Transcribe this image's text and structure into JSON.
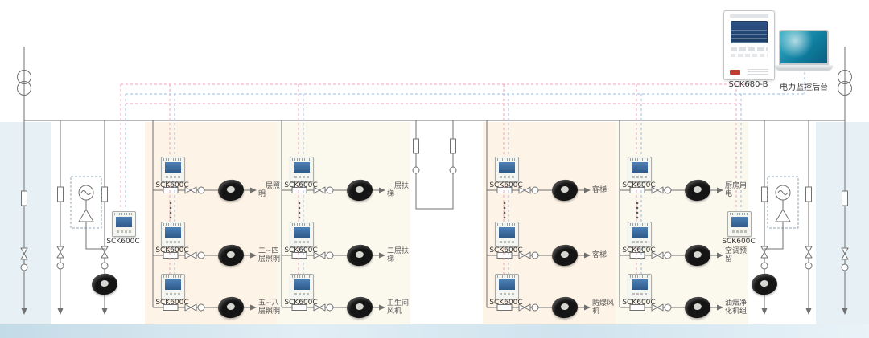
{
  "monitoring": {
    "gateway_label": "SCK680-B",
    "backend_label": "电力监控后台"
  },
  "meter_label": "SCK600C",
  "groups": [
    {
      "feeders": [
        {
          "label": "一层照明"
        },
        {
          "label": "二~四层照明"
        },
        {
          "label": "五~八层照明"
        }
      ]
    },
    {
      "feeders": [
        {
          "label": "一层扶梯"
        },
        {
          "label": "二层扶梯"
        },
        {
          "label": "卫生间风机"
        }
      ]
    },
    {
      "feeders": [
        {
          "label": "客梯"
        },
        {
          "label": "客梯"
        },
        {
          "label": "防爆风机"
        }
      ]
    },
    {
      "feeders": [
        {
          "label": "厨房用电"
        },
        {
          "label": "空调预留"
        },
        {
          "label": "油烟净化机组"
        }
      ]
    }
  ],
  "colors": {
    "panel_blue": "#e6f0f5",
    "panel_orange": "#fdf3e6",
    "panel_cream": "#fbf8ee",
    "wire": "#707070",
    "comm_pink": "#efa3b8",
    "comm_blue": "#9fb9da",
    "meter_screen": "#3a6ea8",
    "ct_body": "#151515"
  }
}
